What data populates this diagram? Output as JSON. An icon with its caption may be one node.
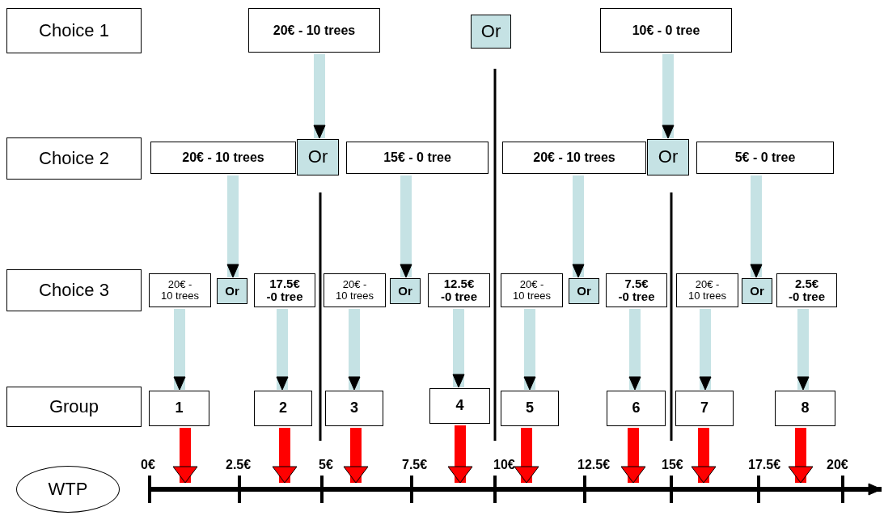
{
  "diagram": {
    "nodes": [
      {
        "text": [
          "Choice 1"
        ]
      },
      {
        "text": [
          "Choice 2"
        ]
      },
      {
        "text": [
          "Choice 3"
        ]
      },
      {
        "text": [
          "Group"
        ]
      },
      {
        "text": [
          "WTP"
        ]
      },
      {
        "text": [
          "20€ - 10 trees"
        ]
      },
      {
        "text": [
          "Or"
        ]
      },
      {
        "text": [
          "10€ - 0 tree"
        ]
      },
      {
        "text": [
          "20€ - 10 trees"
        ]
      },
      {
        "text": [
          "Or"
        ]
      },
      {
        "text": [
          "15€ - 0 tree"
        ]
      },
      {
        "text": [
          "20€ - 10 trees"
        ]
      },
      {
        "text": [
          "Or"
        ]
      },
      {
        "text": [
          "5€ - 0 tree"
        ]
      },
      {
        "text": [
          "20€ - 10 trees"
        ]
      },
      {
        "text": [
          "Or"
        ]
      },
      {
        "text": [
          "17.5€ -0 tree"
        ]
      },
      {
        "text": [
          "20€ - 10 trees"
        ]
      },
      {
        "text": [
          "Or"
        ]
      },
      {
        "text": [
          "12.5€ -0 tree"
        ]
      },
      {
        "text": [
          "20€ - 10 trees"
        ]
      },
      {
        "text": [
          "Or"
        ]
      },
      {
        "text": [
          "7.5€ -0 tree"
        ]
      },
      {
        "text": [
          "20€ - 10 trees"
        ]
      },
      {
        "text": [
          "Or"
        ]
      },
      {
        "text": [
          "2.5€ -0 tree"
        ]
      },
      {
        "text": [
          "1"
        ]
      },
      {
        "text": [
          "2"
        ]
      },
      {
        "text": [
          "3"
        ]
      },
      {
        "text": [
          "4"
        ]
      },
      {
        "text": [
          "5"
        ]
      },
      {
        "text": [
          "6"
        ]
      },
      {
        "text": [
          "7"
        ]
      },
      {
        "text": [
          "8"
        ]
      }
    ],
    "edges": [
      {
        "from": 5,
        "to": 9,
        "arrow": "to"
      },
      {
        "from": 7,
        "to": 12,
        "arrow": "to"
      },
      {
        "from": 8,
        "to": 15,
        "arrow": "to"
      },
      {
        "from": 10,
        "to": 18,
        "arrow": "to"
      },
      {
        "from": 11,
        "to": 21,
        "arrow": "to"
      },
      {
        "from": 13,
        "to": 24,
        "arrow": "to"
      },
      {
        "from": 14,
        "to": 26,
        "arrow": "to"
      },
      {
        "from": 16,
        "to": 27,
        "arrow": "to"
      },
      {
        "from": 17,
        "to": 28,
        "arrow": "to"
      },
      {
        "from": 19,
        "to": 29,
        "arrow": "to"
      },
      {
        "from": 20,
        "to": 30,
        "arrow": "to"
      },
      {
        "from": 22,
        "to": 31,
        "arrow": "to"
      },
      {
        "from": 23,
        "to": 32,
        "arrow": "to"
      },
      {
        "from": 25,
        "to": 33,
        "arrow": "to"
      },
      {
        "from": 26,
        "to": null,
        "arrow": "to",
        "color": "#ff0000"
      },
      {
        "from": 27,
        "to": null,
        "arrow": "to",
        "color": "#ff0000"
      },
      {
        "from": 28,
        "to": null,
        "arrow": "to",
        "color": "#ff0000"
      },
      {
        "from": 29,
        "to": null,
        "arrow": "to",
        "color": "#ff0000"
      },
      {
        "from": 30,
        "to": null,
        "arrow": "to",
        "color": "#ff0000"
      },
      {
        "from": 31,
        "to": null,
        "arrow": "to",
        "color": "#ff0000"
      },
      {
        "from": 32,
        "to": null,
        "arrow": "to",
        "color": "#ff0000"
      },
      {
        "from": 33,
        "to": null,
        "arrow": "to",
        "color": "#ff0000"
      }
    ],
    "labels": [
      "0€",
      "2.5€",
      "5€",
      "7.5€",
      "10€",
      "12.5€",
      "15€",
      "17.5€",
      "20€"
    ]
  }
}
